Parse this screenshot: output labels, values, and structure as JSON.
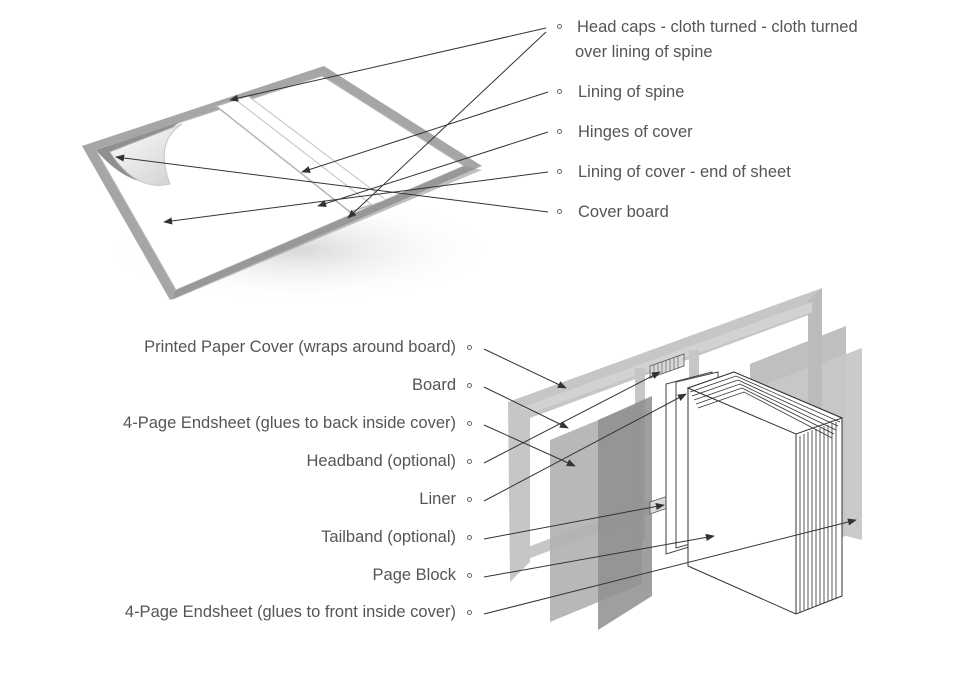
{
  "diagram": {
    "top_labels": [
      {
        "id": "head-caps",
        "line1": "Head caps - cloth turned - cloth turned",
        "line2": "over lining of spine"
      },
      {
        "id": "lining-of-spine",
        "text": "Lining of spine"
      },
      {
        "id": "hinges-of-cover",
        "text": "Hinges of cover"
      },
      {
        "id": "lining-of-cover",
        "text": "Lining of cover - end of sheet"
      },
      {
        "id": "cover-board",
        "text": "Cover board"
      }
    ],
    "bottom_labels": [
      {
        "id": "printed-paper-cover",
        "text": "Printed Paper Cover (wraps around board)"
      },
      {
        "id": "board",
        "text": "Board"
      },
      {
        "id": "endsheet-back",
        "text": "4-Page Endsheet (glues to back inside cover)"
      },
      {
        "id": "headband",
        "text": "Headband (optional)"
      },
      {
        "id": "liner",
        "text": "Liner"
      },
      {
        "id": "tailband",
        "text": "Tailband (optional)"
      },
      {
        "id": "page-block",
        "text": "Page Block"
      },
      {
        "id": "endsheet-front",
        "text": "4-Page Endsheet (glues to front inside cover)"
      }
    ]
  }
}
